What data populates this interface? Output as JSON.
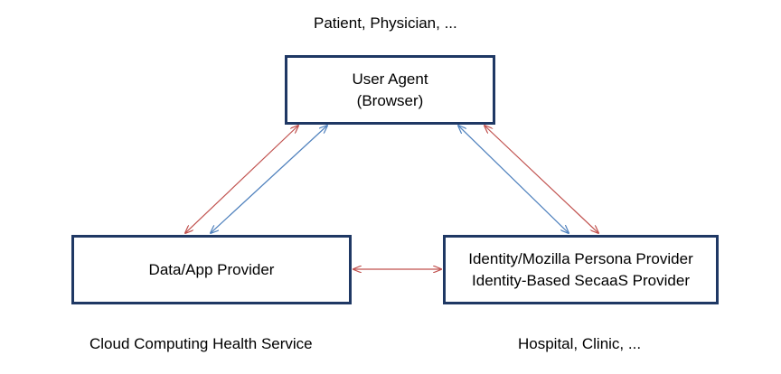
{
  "captions": {
    "top": "Patient, Physician, ...",
    "bottom_left": "Cloud Computing Health Service",
    "bottom_right": "Hospital, Clinic, ..."
  },
  "boxes": {
    "user_agent": {
      "line1": "User Agent",
      "line2": "(Browser)"
    },
    "data_app": {
      "line1": "Data/App Provider"
    },
    "identity": {
      "line1": "Identity/Mozilla Persona Provider",
      "line2": "Identity-Based SecaaS Provider"
    }
  },
  "colors": {
    "box_border": "#1f3864",
    "red_arrow": "#c0504d",
    "blue_arrow": "#4f81bd"
  }
}
